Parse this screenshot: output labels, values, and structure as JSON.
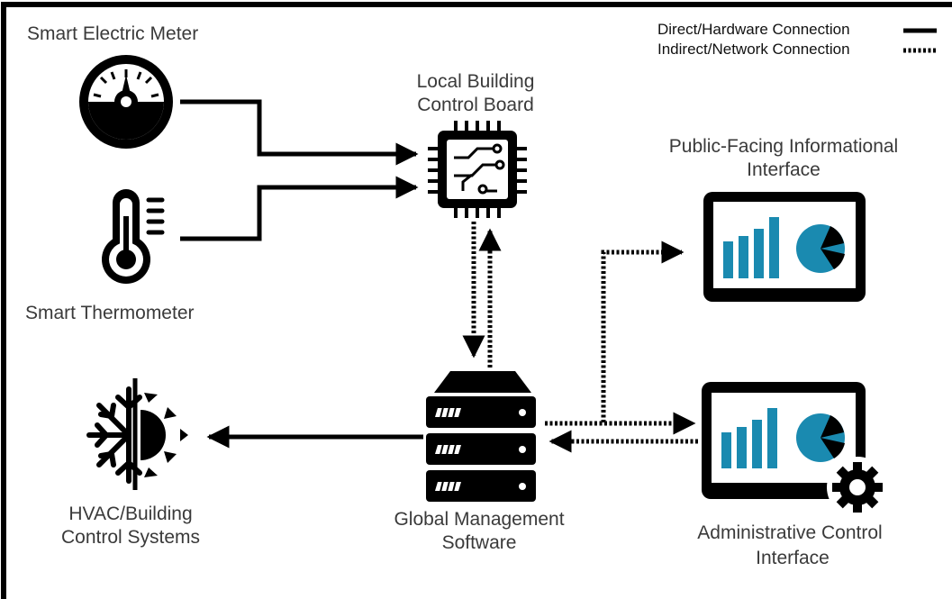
{
  "legend": {
    "direct_label": "Direct/Hardware Connection",
    "indirect_label": "Indirect/Network Connection"
  },
  "nodes": {
    "meter": {
      "label": "Smart Electric Meter",
      "icon": "gauge-icon"
    },
    "thermometer": {
      "label": "Smart Thermometer",
      "icon": "thermometer-icon"
    },
    "control_board": {
      "label_lines": [
        "Local Building",
        "Control Board"
      ],
      "icon": "circuit-chip-icon"
    },
    "public_interface": {
      "label_lines": [
        "Public-Facing Informational",
        "Interface"
      ],
      "icon": "monitor-chart-icon"
    },
    "server": {
      "label_lines": [
        "Global Management",
        "Software"
      ],
      "icon": "server-rack-icon"
    },
    "hvac": {
      "label_lines": [
        "HVAC/Building",
        "Control Systems"
      ],
      "icon": "snowflake-sun-icon"
    },
    "admin_interface": {
      "label_lines": [
        "Administrative Control",
        "Interface"
      ],
      "icon": "monitor-gear-icon"
    }
  },
  "colors": {
    "line": "#000000",
    "accent": "#1a8ab0",
    "text": "#3a3a3a",
    "frame": "#000000"
  }
}
